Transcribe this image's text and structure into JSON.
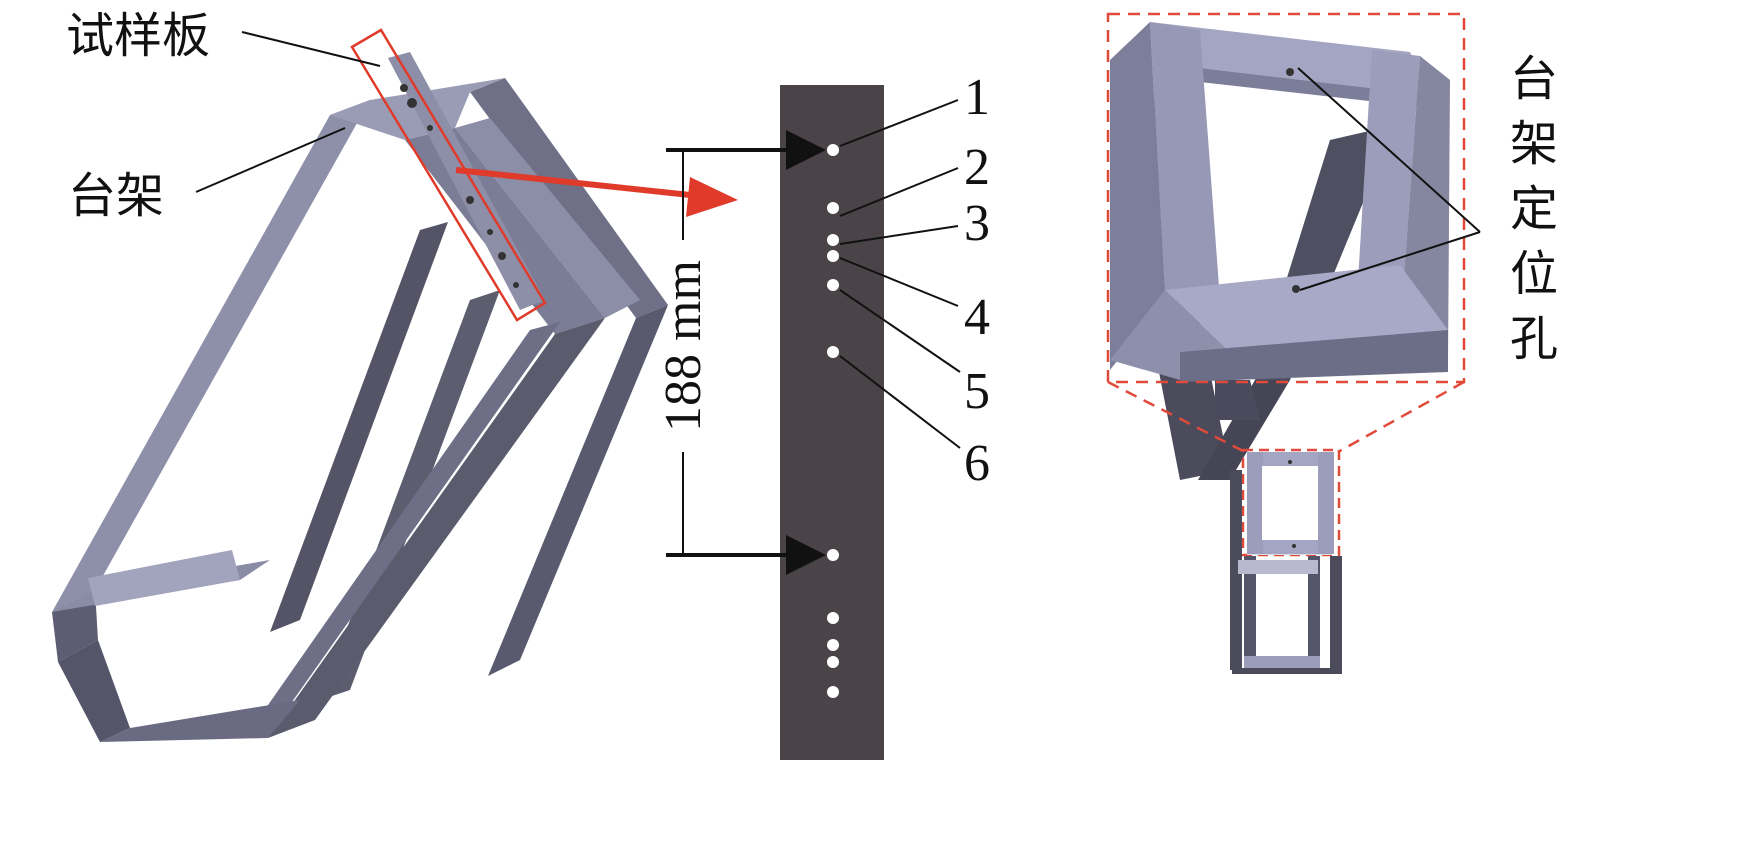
{
  "labels": {
    "specimen_plate": "试样板",
    "frame": "台架",
    "frame_locating_hole": [
      "台",
      "架",
      "定",
      "位",
      "孔"
    ],
    "dimension": "188 mm"
  },
  "hole_numbers": [
    "1",
    "2",
    "3",
    "4",
    "5",
    "6"
  ],
  "colors": {
    "frame_light": "#9a9bb5",
    "frame_mid": "#7e7f98",
    "frame_dark": "#4b4b5c",
    "plate": "#4a4448",
    "highlight_red": "#e03a2a",
    "dashed_red": "#e04a3a",
    "arrow_black": "#111111"
  }
}
